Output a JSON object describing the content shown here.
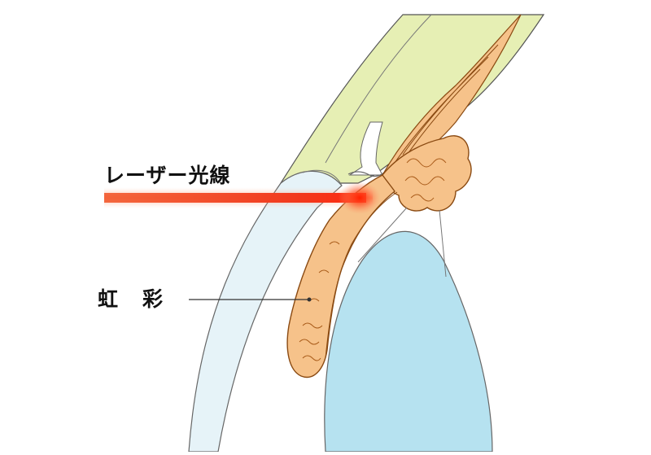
{
  "labels": {
    "laser": "レーザー光線",
    "iris_char1": "虹",
    "iris_char2": "彩"
  },
  "colors": {
    "background": "#ffffff",
    "sclera_green": "#e6efb4",
    "cornea_blue": "#dcedf4",
    "lens_blue": "#b6e2f0",
    "iris_orange": "#f6c28a",
    "iris_outline": "#b56a1e",
    "laser_red": "#f23b1c",
    "line": "#333333"
  },
  "icons": {
    "structure": "anterior-chamber-angle-cross-section"
  }
}
